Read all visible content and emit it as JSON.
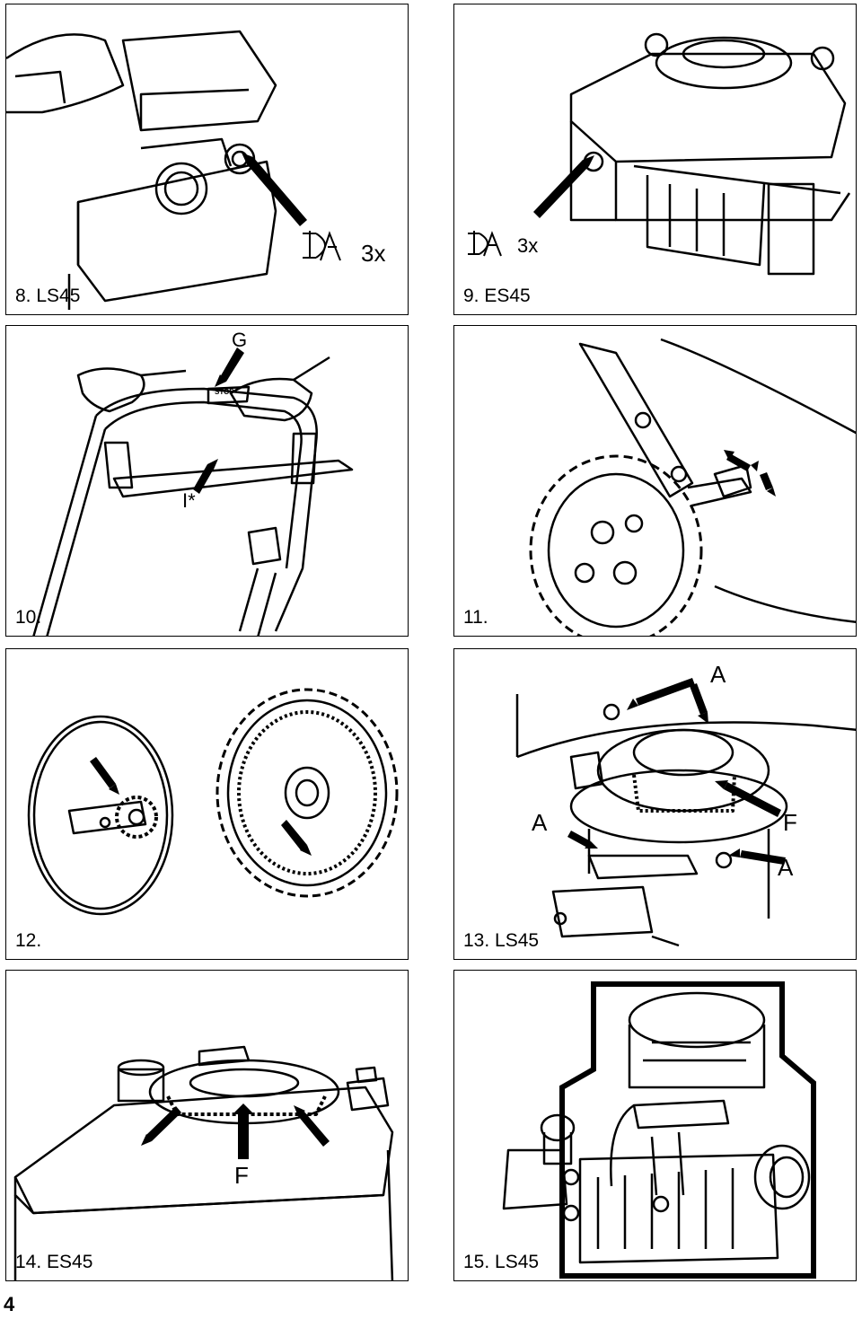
{
  "panels": [
    {
      "caption": "8. LS45",
      "labels": {
        "repeat": "3x"
      }
    },
    {
      "caption": "9. ES45",
      "labels": {
        "repeat": "3x"
      }
    },
    {
      "caption": "10.",
      "labels": {
        "g": "G",
        "i": "I*",
        "stop": "STOP"
      }
    },
    {
      "caption": "11.",
      "labels": {}
    },
    {
      "caption": "12.",
      "labels": {}
    },
    {
      "caption": "13. LS45",
      "labels": {
        "a_top": "A",
        "a_left": "A",
        "f": "F",
        "a_right": "A"
      }
    },
    {
      "caption": "14. ES45",
      "labels": {
        "f": "F"
      }
    },
    {
      "caption": "15. LS45",
      "labels": {}
    }
  ],
  "page_number": "4"
}
